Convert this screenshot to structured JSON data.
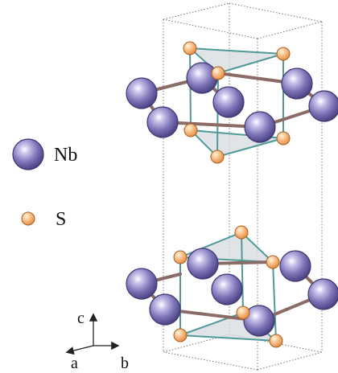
{
  "legend": {
    "nb_label": "Nb",
    "s_label": "S"
  },
  "axes": {
    "c_label": "c",
    "a_label": "a",
    "b_label": "b"
  },
  "colors": {
    "nb_atom": "#7d74b8",
    "s_atom": "#f2a35a",
    "nb_s_bond": "#8b6b66",
    "prism_edge": "#4f9a98",
    "prism_face": "#d9dcdf",
    "cell_edge": "#666666"
  }
}
